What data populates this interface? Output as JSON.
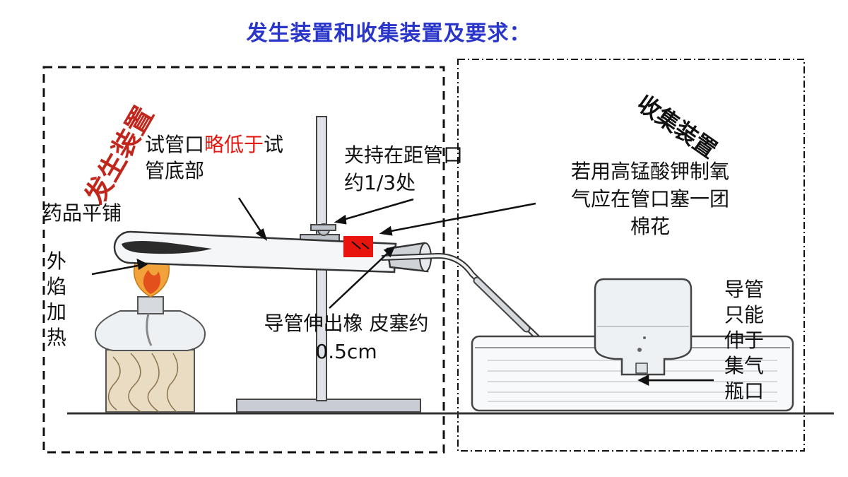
{
  "title": "发生装置和收集装置及要求：",
  "generator_section_label": "发生装置",
  "collector_section_label": "收集装置",
  "notes": {
    "tube_mouth_part1": "试管口",
    "tube_mouth_emphasis": "略低于",
    "tube_mouth_part2": "试",
    "tube_mouth_line2": "管底部",
    "clamp_line1": "夹持在距管口",
    "clamp_line2": "约1/3处",
    "drug_flat": "药品平铺",
    "outer_flame": [
      "外",
      "焰",
      "加",
      "热"
    ],
    "kmno4_line1": "若用高锰酸钾制氧",
    "kmno4_line2": "气应在管口塞一团",
    "kmno4_line3": "棉花",
    "tube_extend_line1": "导管伸出橡 皮塞约",
    "tube_extend_line2": "0.5cm",
    "tube_only": [
      "导管",
      "只能",
      "伸于",
      "集气",
      "瓶口"
    ]
  },
  "colors": {
    "title": "#2a36c9",
    "emphasis": "#e21a12",
    "section_label": "#c0261c",
    "cotton": "#e8150e",
    "flame": "#f2a23a"
  }
}
